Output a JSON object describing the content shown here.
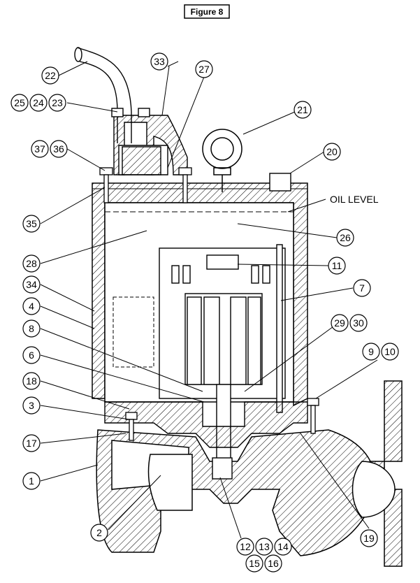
{
  "figure_title": "Figure 8",
  "oil_level_label": "OIL LEVEL",
  "callouts": {
    "c1": "1",
    "c2": "2",
    "c3": "3",
    "c4": "4",
    "c6": "6",
    "c7": "7",
    "c8": "8",
    "c9": "9",
    "c10": "10",
    "c11": "11",
    "c12": "12",
    "c13": "13",
    "c14": "14",
    "c15": "15",
    "c16": "16",
    "c17": "17",
    "c18": "18",
    "c19": "19",
    "c20": "20",
    "c21": "21",
    "c22": "22",
    "c23": "23",
    "c24": "24",
    "c25": "25",
    "c26": "26",
    "c27": "27",
    "c28": "28",
    "c29": "29",
    "c30": "30",
    "c33": "33",
    "c34": "34",
    "c35": "35",
    "c36": "36",
    "c37": "37"
  },
  "colors": {
    "line": "#000000",
    "background": "#ffffff"
  }
}
